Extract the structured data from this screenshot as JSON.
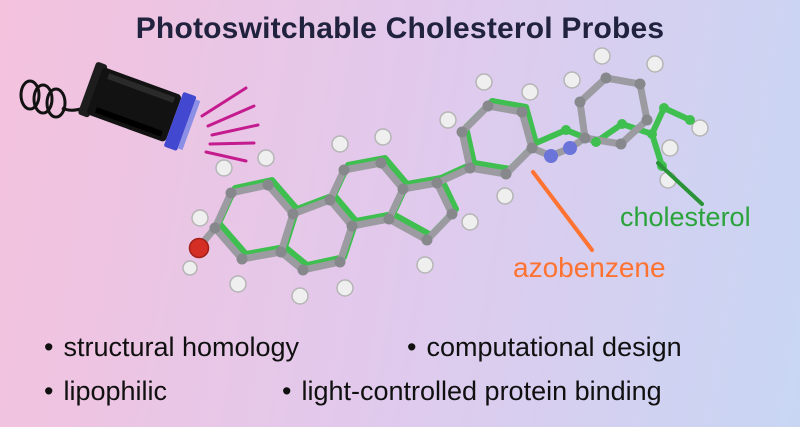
{
  "title": "Photoswitchable Cholesterol Probes",
  "annotations": {
    "cholesterol": {
      "label": "cholesterol",
      "color": "#2aa33b"
    },
    "azobenzene": {
      "label": "azobenzene",
      "color": "#ff7332"
    }
  },
  "bullet_char": "•",
  "bullets": [
    "structural homology",
    "computational design",
    "lipophilic",
    "light-controlled protein binding"
  ],
  "icons": {
    "flashlight": "uv-flashlight-icon",
    "rays": "uv-light-rays-icon",
    "molecule": "cholesterol-azobenzene-overlay-molecule"
  },
  "colors": {
    "background_left": "#f4c2dd",
    "background_right": "#c8d6f4",
    "title_text": "#20223e",
    "cholesterol_green": "#2aa33b",
    "azobenzene_orange": "#ff7332",
    "uv_ray_magenta": "#c41b8f",
    "bond_gray": "#9b9ba1",
    "overlay_green": "#3fbf4f",
    "oxygen_red": "#d52f25",
    "nitrogen_blue": "#6b74d8"
  }
}
